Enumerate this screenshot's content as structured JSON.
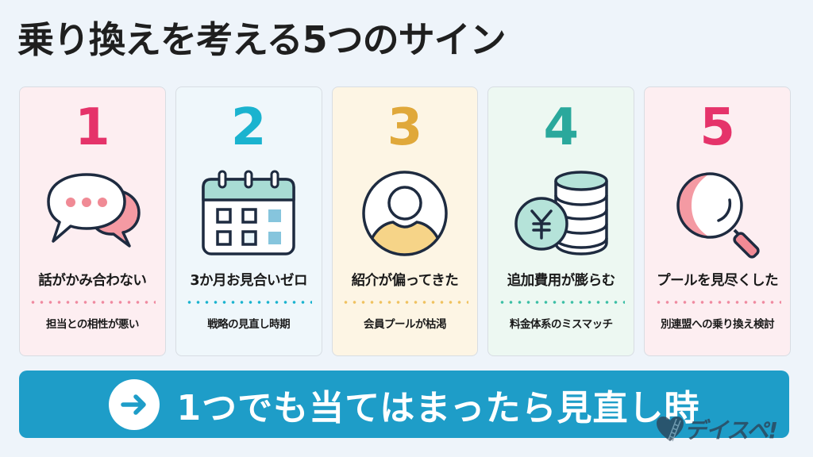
{
  "title": "乗り換えを考える5つのサイン",
  "cards": [
    {
      "number": "1",
      "icon": "speech-bubbles-icon",
      "headline": "話がかみ合わない",
      "sub": "担当との相性が悪い",
      "accent": "#e5336a",
      "bg": "#fdeef1",
      "dot_color": "#f08aa0"
    },
    {
      "number": "2",
      "icon": "calendar-icon",
      "headline": "3か月お見合いゼロ",
      "sub": "戦略の見直し時期",
      "accent": "#1ab3cf",
      "bg": "#eff7fb",
      "dot_color": "#1ab3cf"
    },
    {
      "number": "3",
      "icon": "person-avatar-icon",
      "headline": "紹介が偏ってきた",
      "sub": "会員プールが枯渇",
      "accent": "#e0a83a",
      "bg": "#fdf5e4",
      "dot_color": "#f0c260"
    },
    {
      "number": "4",
      "icon": "yen-coins-icon",
      "headline": "追加費用が膨らむ",
      "sub": "料金体系のミスマッチ",
      "accent": "#2aa89c",
      "bg": "#edf8f2",
      "dot_color": "#3cbfa5"
    },
    {
      "number": "5",
      "icon": "magnifier-icon",
      "headline": "プールを見尽くした",
      "sub": "別連盟への乗り換え検討",
      "accent": "#e5336a",
      "bg": "#fdeef1",
      "dot_color": "#f08aa0"
    }
  ],
  "banner": {
    "icon": "arrow-right-circle-icon",
    "text": "1つでも当てはまったら見直し時",
    "color": "#1e9dc8"
  },
  "logo": {
    "text": "デイスペ!"
  }
}
